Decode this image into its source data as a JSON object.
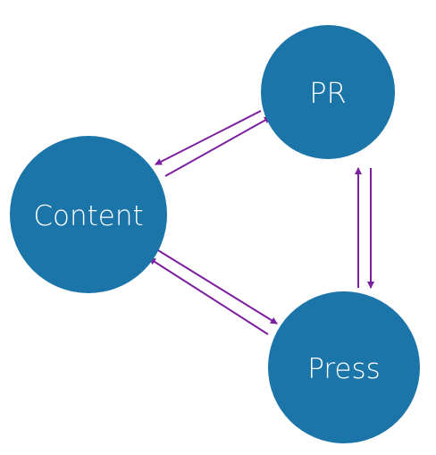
{
  "nodes": {
    "pr": {
      "label": "PR"
    },
    "content": {
      "label": "Content"
    },
    "press": {
      "label": "Press"
    }
  },
  "colors": {
    "node_fill": "#1b75a8",
    "arrow": "#7b1f9e",
    "label": "#ffffff",
    "background": "#ffffff"
  }
}
